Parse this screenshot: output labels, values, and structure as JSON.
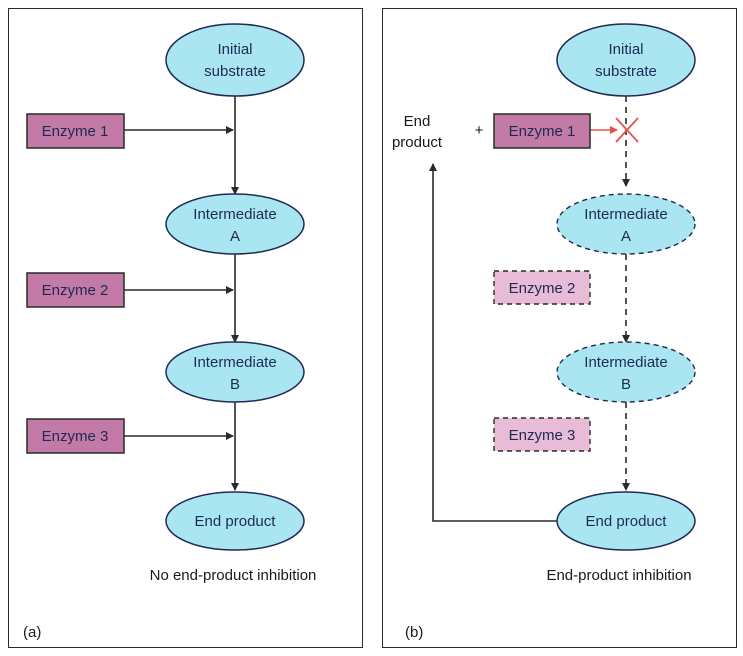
{
  "panel_a": {
    "nodes": {
      "initial": [
        "Initial",
        "substrate"
      ],
      "intermediate_a": [
        "Intermediate",
        "A"
      ],
      "intermediate_b": [
        "Intermediate",
        "B"
      ],
      "end": "End product"
    },
    "enzymes": {
      "e1": "Enzyme 1",
      "e2": "Enzyme 2",
      "e3": "Enzyme 3"
    },
    "caption": "No end-product inhibition",
    "letter": "(a)"
  },
  "panel_b": {
    "nodes": {
      "initial": [
        "Initial",
        "substrate"
      ],
      "intermediate_a": [
        "Intermediate",
        "A"
      ],
      "intermediate_b": [
        "Intermediate",
        "B"
      ],
      "end": "End product"
    },
    "enzymes": {
      "e1": "Enzyme 1",
      "e2": "Enzyme 2",
      "e3": "Enzyme 3"
    },
    "feedback_label": [
      "End",
      "product"
    ],
    "plus": "+",
    "caption": "End-product inhibition",
    "letter": "(b)"
  },
  "colors": {
    "ellipse_fill": "#a9e6f2",
    "ellipse_stroke": "#1f2a55",
    "enzyme_fill": "#c47aa6",
    "enzyme_faded_fill": "#e8bcd6",
    "inhibition_red": "#e8504a"
  }
}
